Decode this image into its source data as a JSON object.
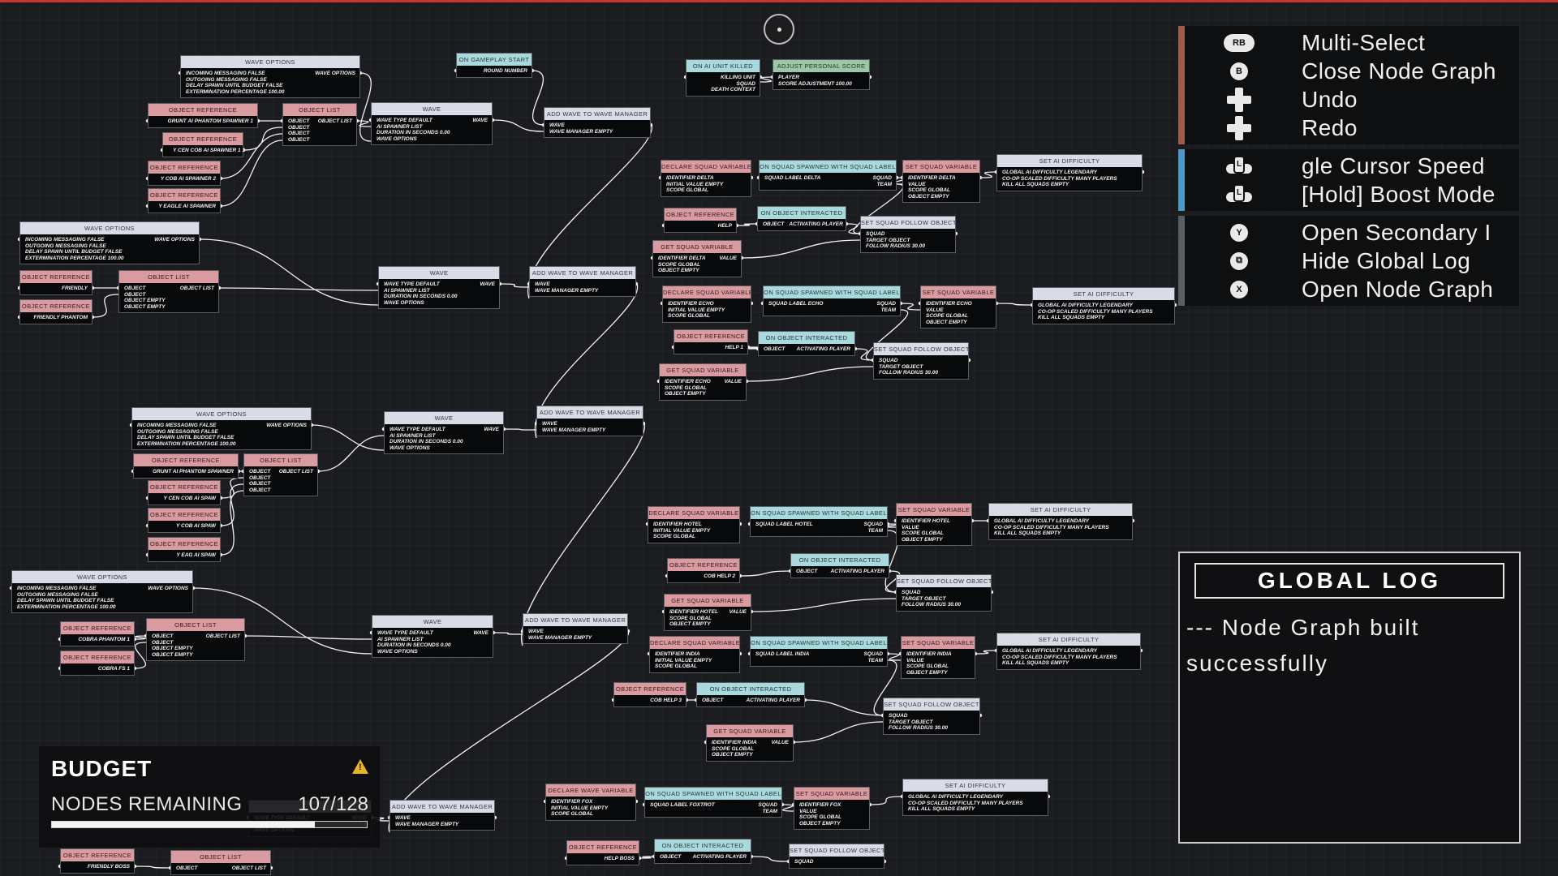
{
  "controls": {
    "groups": [
      {
        "color": "#9a5c4b",
        "rows": [
          {
            "icon": "rb-button-icon",
            "glyph": "RB",
            "kind": "oval",
            "label": "Multi-Select"
          },
          {
            "icon": "b-button-icon",
            "glyph": "B",
            "kind": "circle",
            "label": "Close Node Graph"
          },
          {
            "icon": "dpad-icon",
            "glyph": "",
            "kind": "dpad",
            "label": "Undo"
          },
          {
            "icon": "dpad-icon",
            "glyph": "",
            "kind": "dpad",
            "label": "Redo"
          }
        ]
      },
      {
        "color": "#4d97c9",
        "rows": [
          {
            "icon": "left-stick-icon",
            "glyph": "L",
            "kind": "stick",
            "label": "gle Cursor Speed"
          },
          {
            "icon": "left-stick-icon",
            "glyph": "L",
            "kind": "stick",
            "label": "[Hold] Boost Mode"
          }
        ]
      },
      {
        "color": "#5a5d62",
        "rows": [
          {
            "icon": "y-button-icon",
            "glyph": "Y",
            "kind": "circle",
            "label": "Open Secondary I"
          },
          {
            "icon": "view-button-icon",
            "glyph": "⧉",
            "kind": "circle",
            "label": "Hide Global Log"
          },
          {
            "icon": "x-button-icon",
            "glyph": "X",
            "kind": "circle",
            "label": "Open Node Graph"
          }
        ]
      }
    ]
  },
  "global_log": {
    "title": "GLOBAL LOG",
    "entries": [
      "--- Node Graph built successfully"
    ]
  },
  "budget": {
    "title": "BUDGET",
    "label": "NODES REMAINING",
    "value_text": "107/128",
    "remaining": 107,
    "total": 128,
    "warning_color": "#e8b52a"
  },
  "nodes": [
    {
      "id": "wo1",
      "title": "Wave Options",
      "color": "white",
      "in": [
        "Incoming Messaging False",
        "Outgoing Messaging False",
        "Delay Spawn Until Budget False",
        "Extermination Percentage 100.00"
      ],
      "out": [
        "Wave Options"
      ]
    },
    {
      "id": "or1",
      "title": "Object Reference",
      "color": "pink",
      "in": [],
      "out": [
        "Grunt AI Phantom Spawner 1"
      ]
    },
    {
      "id": "or2",
      "title": "Object Reference",
      "color": "pink",
      "in": [],
      "out": [
        "Y Cen Cob AI Spawner 1 1"
      ]
    },
    {
      "id": "or3",
      "title": "Object Reference",
      "color": "pink",
      "in": [],
      "out": [
        "Y Cob AI Spawner 2"
      ]
    },
    {
      "id": "or4",
      "title": "Object Reference",
      "color": "pink",
      "in": [],
      "out": [
        "Y Eagle AI Spawner"
      ]
    },
    {
      "id": "ol1",
      "title": "Object List",
      "color": "pink",
      "in": [
        "Object",
        "Object",
        "Object",
        "Object"
      ],
      "out": [
        "Object List"
      ]
    },
    {
      "id": "w1",
      "title": "Wave",
      "color": "white",
      "in": [
        "Wave Type Default",
        "AI Spawner List",
        "Duration in Seconds 0.00",
        "Wave Options"
      ],
      "out": [
        "Wave"
      ]
    },
    {
      "id": "gs",
      "title": "On Gameplay Start",
      "color": "cyan",
      "in": [],
      "out": [
        "Round Number"
      ]
    },
    {
      "id": "aw1",
      "title": "Add Wave to Wave Manager",
      "color": "white",
      "in": [
        "Wave",
        "Wave Manager Empty"
      ],
      "out": []
    },
    {
      "id": "uk",
      "title": "On AI Unit Killed",
      "color": "cyan",
      "in": [],
      "out": [
        "Killing Unit",
        "Squad",
        "Death Context"
      ]
    },
    {
      "id": "aps",
      "title": "Adjust Personal Score",
      "color": "green",
      "in": [
        "Player",
        "Score Adjustment 100.00"
      ],
      "out": []
    },
    {
      "id": "wo2",
      "title": "Wave Options",
      "color": "white",
      "in": [
        "Incoming Messaging False",
        "Outgoing Messaging False",
        "Delay Spawn Until Budget False",
        "Extermination Percentage 100.00"
      ],
      "out": [
        "Wave Options"
      ]
    },
    {
      "id": "or5",
      "title": "Object Reference",
      "color": "pink",
      "in": [],
      "out": [
        "Friendly"
      ]
    },
    {
      "id": "or6",
      "title": "Object Reference",
      "color": "pink",
      "in": [],
      "out": [
        "Friendly Phantom"
      ]
    },
    {
      "id": "ol2",
      "title": "Object List",
      "color": "pink",
      "in": [
        "Object",
        "Object",
        "Object Empty",
        "Object Empty"
      ],
      "out": [
        "Object List"
      ]
    },
    {
      "id": "w2",
      "title": "Wave",
      "color": "white",
      "in": [
        "Wave Type Default",
        "AI Spawner List",
        "Duration in Seconds 0.00",
        "Wave Options"
      ],
      "out": [
        "Wave"
      ]
    },
    {
      "id": "aw2",
      "title": "Add Wave to Wave Manager",
      "color": "white",
      "in": [
        "Wave",
        "Wave Manager Empty"
      ],
      "out": []
    },
    {
      "id": "wo3",
      "title": "Wave Options",
      "color": "white",
      "in": [
        "Incoming Messaging False",
        "Outgoing Messaging False",
        "Delay Spawn Until Budget False",
        "Extermination Percentage 100.00"
      ],
      "out": [
        "Wave Options"
      ]
    },
    {
      "id": "or7",
      "title": "Object Reference",
      "color": "pink",
      "in": [],
      "out": [
        "Grunt AI Phantom Spawner"
      ]
    },
    {
      "id": "or8",
      "title": "Object Reference",
      "color": "pink",
      "in": [],
      "out": [
        "Y Cen Cob AI Spaw"
      ]
    },
    {
      "id": "or9",
      "title": "Object Reference",
      "color": "pink",
      "in": [],
      "out": [
        "Y Cob AI Spaw"
      ]
    },
    {
      "id": "or10",
      "title": "Object Reference",
      "color": "pink",
      "in": [],
      "out": [
        "Y Eag AI Spaw"
      ]
    },
    {
      "id": "ol3",
      "title": "Object List",
      "color": "pink",
      "in": [
        "Object",
        "Object",
        "Object",
        "Object"
      ],
      "out": [
        "Object List"
      ]
    },
    {
      "id": "w3",
      "title": "Wave",
      "color": "white",
      "in": [
        "Wave Type Default",
        "AI Spawner List",
        "Duration in Seconds 0.00",
        "Wave Options"
      ],
      "out": [
        "Wave"
      ]
    },
    {
      "id": "aw3",
      "title": "Add Wave to Wave Manager",
      "color": "white",
      "in": [
        "Wave",
        "Wave Manager Empty"
      ],
      "out": []
    },
    {
      "id": "wo4",
      "title": "Wave Options",
      "color": "white",
      "in": [
        "Incoming Messaging False",
        "Outgoing Messaging False",
        "Delay Spawn Until Budget False",
        "Extermination Percentage 100.00"
      ],
      "out": [
        "Wave Options"
      ]
    },
    {
      "id": "or11",
      "title": "Object Reference",
      "color": "pink",
      "in": [],
      "out": [
        "Cobra Phantom 1"
      ]
    },
    {
      "id": "or12",
      "title": "Object Reference",
      "color": "pink",
      "in": [],
      "out": [
        "Cobra FS 1"
      ]
    },
    {
      "id": "ol4",
      "title": "Object List",
      "color": "pink",
      "in": [
        "Object",
        "Object",
        "Object Empty",
        "Object Empty"
      ],
      "out": [
        "Object List"
      ]
    },
    {
      "id": "w4",
      "title": "Wave",
      "color": "white",
      "in": [
        "Wave Type Default",
        "AI Spawner List",
        "Duration in Seconds 0.00",
        "Wave Options"
      ],
      "out": [
        "Wave"
      ]
    },
    {
      "id": "aw4",
      "title": "Add Wave to Wave Manager",
      "color": "white",
      "in": [
        "Wave",
        "Wave Manager Empty"
      ],
      "out": []
    },
    {
      "id": "w5",
      "title": "Wave",
      "color": "white",
      "in": [
        "Wave Type Default",
        "Duration in Seconds 0.00",
        "Wave Options"
      ],
      "out": [
        "Wave"
      ]
    },
    {
      "id": "aw5",
      "title": "Add Wave to Wave Manager",
      "color": "white",
      "in": [
        "Wave",
        "Wave Manager Empty"
      ],
      "out": []
    },
    {
      "id": "or13",
      "title": "Object Reference",
      "color": "pink",
      "in": [],
      "out": [
        "Friendly Boss"
      ]
    },
    {
      "id": "ol5",
      "title": "Object List",
      "color": "pink",
      "in": [
        "Object"
      ],
      "out": [
        "Object List"
      ]
    },
    {
      "id": "dsv_d",
      "title": "Declare Squad Variable",
      "color": "pink",
      "in": [
        "Identifier Delta",
        "Initial Value Empty",
        "Scope Global"
      ],
      "out": []
    },
    {
      "id": "oss_d",
      "title": "On Squad Spawned with Squad Label",
      "color": "cyan",
      "in": [
        "Squad Label Delta"
      ],
      "out": [
        "Squad",
        "Team"
      ]
    },
    {
      "id": "ssv_d",
      "title": "Set Squad Variable",
      "color": "pink",
      "in": [
        "Identifier Delta",
        "Value",
        "Scope Global",
        "Object Empty"
      ],
      "out": []
    },
    {
      "id": "sad_d",
      "title": "Set AI Difficulty",
      "color": "white",
      "in": [
        "Global AI Difficulty Legendary",
        "Co-Op Scaled Difficulty Many Players",
        "Kill All Squads Empty"
      ],
      "out": []
    },
    {
      "id": "or_d",
      "title": "Object Reference",
      "color": "pink",
      "in": [],
      "out": [
        "Help"
      ]
    },
    {
      "id": "ooi_d",
      "title": "On Object Interacted",
      "color": "cyan",
      "in": [
        "Object"
      ],
      "out": [
        "Activating Player"
      ]
    },
    {
      "id": "sfo_d",
      "title": "Set Squad Follow Object",
      "color": "white",
      "in": [
        "Squad",
        "Target Object",
        "Follow Radius 30.00"
      ],
      "out": []
    },
    {
      "id": "gsv_d",
      "title": "Get Squad Variable",
      "color": "pink",
      "in": [
        "Identifier Delta",
        "Scope Global",
        "Object Empty"
      ],
      "out": [
        "Value"
      ]
    },
    {
      "id": "dsv_e",
      "title": "Declare Squad Variable",
      "color": "pink",
      "in": [
        "Identifier Echo",
        "Initial Value Empty",
        "Scope Global"
      ],
      "out": []
    },
    {
      "id": "oss_e",
      "title": "On Squad Spawned with Squad Label",
      "color": "cyan",
      "in": [
        "Squad Label Echo"
      ],
      "out": [
        "Squad",
        "Team"
      ]
    },
    {
      "id": "ssv_e",
      "title": "Set Squad Variable",
      "color": "pink",
      "in": [
        "Identifier Echo",
        "Value",
        "Scope Global",
        "Object Empty"
      ],
      "out": []
    },
    {
      "id": "sad_e",
      "title": "Set AI Difficulty",
      "color": "white",
      "in": [
        "Global AI Difficulty Legendary",
        "Co-Op Scaled Difficulty Many Players",
        "Kill All Squads Empty"
      ],
      "out": []
    },
    {
      "id": "or_e",
      "title": "Object Reference",
      "color": "pink",
      "in": [],
      "out": [
        "Help 1"
      ]
    },
    {
      "id": "ooi_e",
      "title": "On Object Interacted",
      "color": "cyan",
      "in": [
        "Object"
      ],
      "out": [
        "Activating Player"
      ]
    },
    {
      "id": "sfo_e",
      "title": "Set Squad Follow Object",
      "color": "white",
      "in": [
        "Squad",
        "Target Object",
        "Follow Radius 30.00"
      ],
      "out": []
    },
    {
      "id": "gsv_e",
      "title": "Get Squad Variable",
      "color": "pink",
      "in": [
        "Identifier Echo",
        "Scope Global",
        "Object Empty"
      ],
      "out": [
        "Value"
      ]
    },
    {
      "id": "dsv_h",
      "title": "Declare Squad Variable",
      "color": "pink",
      "in": [
        "Identifier Hotel",
        "Initial Value Empty",
        "Scope Global"
      ],
      "out": []
    },
    {
      "id": "oss_h",
      "title": "On Squad Spawned with Squad Label",
      "color": "cyan",
      "in": [
        "Squad Label Hotel"
      ],
      "out": [
        "Squad",
        "Team"
      ]
    },
    {
      "id": "ssv_h",
      "title": "Set Squad Variable",
      "color": "pink",
      "in": [
        "Identifier Hotel",
        "Value",
        "Scope Global",
        "Object Empty"
      ],
      "out": []
    },
    {
      "id": "sad_h",
      "title": "Set AI Difficulty",
      "color": "white",
      "in": [
        "Global AI Difficulty Legendary",
        "Co-Op Scaled Difficulty Many Players",
        "Kill All Squads Empty"
      ],
      "out": []
    },
    {
      "id": "or_h",
      "title": "Object Reference",
      "color": "pink",
      "in": [],
      "out": [
        "Cob Help 2"
      ]
    },
    {
      "id": "ooi_h",
      "title": "On Object Interacted",
      "color": "cyan",
      "in": [
        "Object"
      ],
      "out": [
        "Activating Player"
      ]
    },
    {
      "id": "sfo_h",
      "title": "Set Squad Follow Object",
      "color": "white",
      "in": [
        "Squad",
        "Target Object",
        "Follow Radius 30.00"
      ],
      "out": []
    },
    {
      "id": "gsv_h",
      "title": "Get Squad Variable",
      "color": "pink",
      "in": [
        "Identifier Hotel",
        "Scope Global",
        "Object Empty"
      ],
      "out": [
        "Value"
      ]
    },
    {
      "id": "dsv_i",
      "title": "Declare Squad Variable",
      "color": "pink",
      "in": [
        "Identifier India",
        "Initial Value Empty",
        "Scope Global"
      ],
      "out": []
    },
    {
      "id": "oss_i",
      "title": "On Squad Spawned with Squad Label",
      "color": "cyan",
      "in": [
        "Squad Label India"
      ],
      "out": [
        "Squad",
        "Team"
      ]
    },
    {
      "id": "ssv_i",
      "title": "Set Squad Variable",
      "color": "pink",
      "in": [
        "Identifier India",
        "Value",
        "Scope Global",
        "Object Empty"
      ],
      "out": []
    },
    {
      "id": "sad_i",
      "title": "Set AI Difficulty",
      "color": "white",
      "in": [
        "Global AI Difficulty Legendary",
        "Co-Op Scaled Difficulty Many Players",
        "Kill All Squads Empty"
      ],
      "out": []
    },
    {
      "id": "or_i",
      "title": "Object Reference",
      "color": "pink",
      "in": [],
      "out": [
        "Cob Help 3"
      ]
    },
    {
      "id": "ooi_i",
      "title": "On Object Interacted",
      "color": "cyan",
      "in": [
        "Object"
      ],
      "out": [
        "Activating Player"
      ]
    },
    {
      "id": "sfo_i",
      "title": "Set Squad Follow Object",
      "color": "white",
      "in": [
        "Squad",
        "Target Object",
        "Follow Radius 30.00"
      ],
      "out": []
    },
    {
      "id": "gsv_i",
      "title": "Get Squad Variable",
      "color": "pink",
      "in": [
        "Identifier India",
        "Scope Global",
        "Object Empty"
      ],
      "out": [
        "Value"
      ]
    },
    {
      "id": "dwv_f",
      "title": "Declare Wave Variable",
      "color": "pink",
      "in": [
        "Identifier Fox",
        "Initial Value Empty",
        "Scope Global"
      ],
      "out": []
    },
    {
      "id": "oss_f",
      "title": "On Squad Spawned with Squad Label",
      "color": "cyan",
      "in": [
        "Squad Label Foxtrot"
      ],
      "out": [
        "Squad",
        "Team"
      ]
    },
    {
      "id": "ssv_f",
      "title": "Set Squad Variable",
      "color": "pink",
      "in": [
        "Identifier Fox",
        "Value",
        "Scope Global",
        "Object Empty"
      ],
      "out": []
    },
    {
      "id": "sad_f",
      "title": "Set AI Difficulty",
      "color": "white",
      "in": [
        "Global AI Difficulty Legendary",
        "Co-Op Scaled Difficulty Many Players",
        "Kill All Squads Empty"
      ],
      "out": []
    },
    {
      "id": "or_f",
      "title": "Object Reference",
      "color": "pink",
      "in": [],
      "out": [
        "Help Boss"
      ]
    },
    {
      "id": "ooi_f",
      "title": "On Object Interacted",
      "color": "cyan",
      "in": [
        "Object"
      ],
      "out": [
        "Activating Player"
      ]
    },
    {
      "id": "sfo_f",
      "title": "Set Squad Follow Object",
      "color": "white",
      "in": [
        "Squad"
      ],
      "out": []
    }
  ]
}
